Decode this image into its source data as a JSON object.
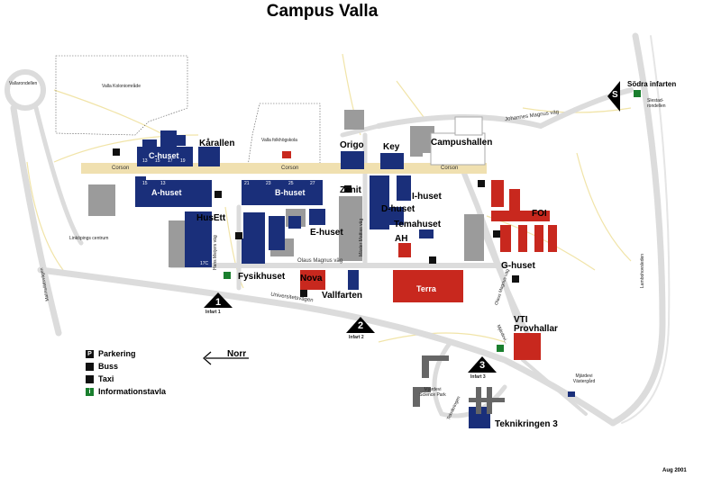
{
  "title": "Campus Valla",
  "buildings": {
    "c_huset": "C-huset",
    "karallen": "Kårallen",
    "a_huset": "A-huset",
    "b_huset": "B-huset",
    "husett": "HusEtt",
    "origo": "Origo",
    "key": "Key",
    "campushallen": "Campushallen",
    "zenit": "Zenit",
    "i_huset": "I-huset",
    "d_huset": "D-huset",
    "temahuset": "Temahuset",
    "e_huset": "E-huset",
    "ah": "AH",
    "foi": "FOI",
    "g_huset": "G-huset",
    "fysikhuset": "Fysikhuset",
    "nova": "Nova",
    "vallfarten": "Vallfarten",
    "terra": "Terra",
    "vti": "VTI",
    "provhallar": "Provhallar",
    "teknikringen_3": "Teknikringen 3"
  },
  "small_labels": {
    "valla_koloniomrade": "Valla Koloniområde",
    "valla_folkhogskola": "Valla folkhögskola",
    "vallarondellen": "Vallarondellen",
    "linkopings_centrum": "Linköpings centrum",
    "slestad_rondellen": "Slestad-rondellen",
    "mjardevi_science_park": "Mjärdevi Science Park",
    "mjardevi_vastergard": "Mjärdevi Västergård",
    "c_numbers": [
      "13",
      "15",
      "17",
      "19"
    ],
    "a_numbers": [
      "15",
      "13"
    ],
    "b_numbers": [
      "21",
      "23",
      "25",
      "27"
    ],
    "husett_code": "17C"
  },
  "roads": {
    "corson_1": "Corson",
    "corson_2": "Corson",
    "corson_3": "Corson",
    "johannes_magnus_vag": "Johannes Magnus väg",
    "hans_meijers_vag": "Hans Meijers väg",
    "olaus_magnus_vag": "Olaus Magnus väg",
    "mäster_mattias_vag": "Mäster Mattias väg",
    "universitetsvagen": "Universitetsvägen",
    "olaus_magnus_vag_2": "Olaus Magnus väg",
    "mjardevi_road": "Mjärdevi...",
    "teknikringen": "Teknikringen",
    "malmslattsvagen": "Malmslättsvägen",
    "lambohovsleden": "Lambohovsleden"
  },
  "entrances": [
    {
      "num": "1",
      "label": "Infart 1"
    },
    {
      "num": "2",
      "label": "Infart 2"
    },
    {
      "num": "3",
      "label": "Infart 3"
    },
    {
      "num": "S",
      "label": "Södra infarten"
    }
  ],
  "legend": [
    {
      "icon": "parking-icon",
      "label": "Parkering"
    },
    {
      "icon": "bus-icon",
      "label": "Buss"
    },
    {
      "icon": "taxi-icon",
      "label": "Taxi"
    },
    {
      "icon": "info-board-icon",
      "label": "Informationstavla"
    }
  ],
  "north": "Norr",
  "date": "Aug 2001",
  "colors": {
    "university_building": "#1a2f7a",
    "other_building": "#c8281e",
    "parking": "#9a9a9a",
    "road": "#d9d9d9",
    "corson": "#f1e2b4",
    "path": "#f3e6a8",
    "info_board": "#1a7f2e"
  }
}
